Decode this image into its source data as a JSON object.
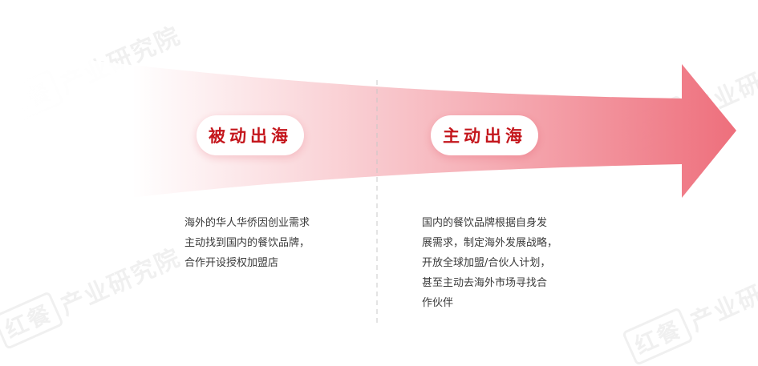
{
  "watermark": {
    "mark": "红餐",
    "text": "产业研究院"
  },
  "stages": [
    {
      "title": "被动出海",
      "lines": [
        "海外的华人华侨因创业需求",
        "主动找到国内的餐饮品牌，",
        "合作开设授权加盟店"
      ]
    },
    {
      "title": "主动出海",
      "lines": [
        "国内的餐饮品牌根据自身发",
        "展需求，制定海外发展战略，",
        "开放全球加盟/合伙人计划，",
        "甚至主动去海外市场寻找合",
        "作伙伴"
      ]
    }
  ],
  "colors": {
    "arrow_start": "#ffffff",
    "arrow_end": "#ee6f7c",
    "title": "#c4161c"
  }
}
